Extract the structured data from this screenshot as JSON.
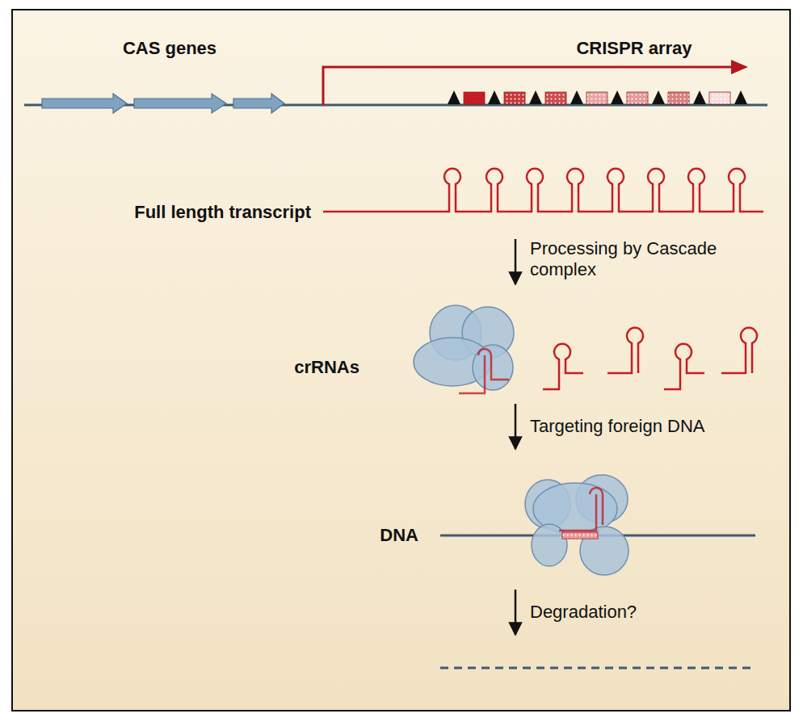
{
  "diagram": {
    "labels": [
      "CAS genes",
      "CRISPR array",
      "Full length transcript",
      "Processing by Cascade complex",
      "crRNAs",
      "Targeting foreign DNA",
      "DNA",
      "Degradation?"
    ]
  }
}
